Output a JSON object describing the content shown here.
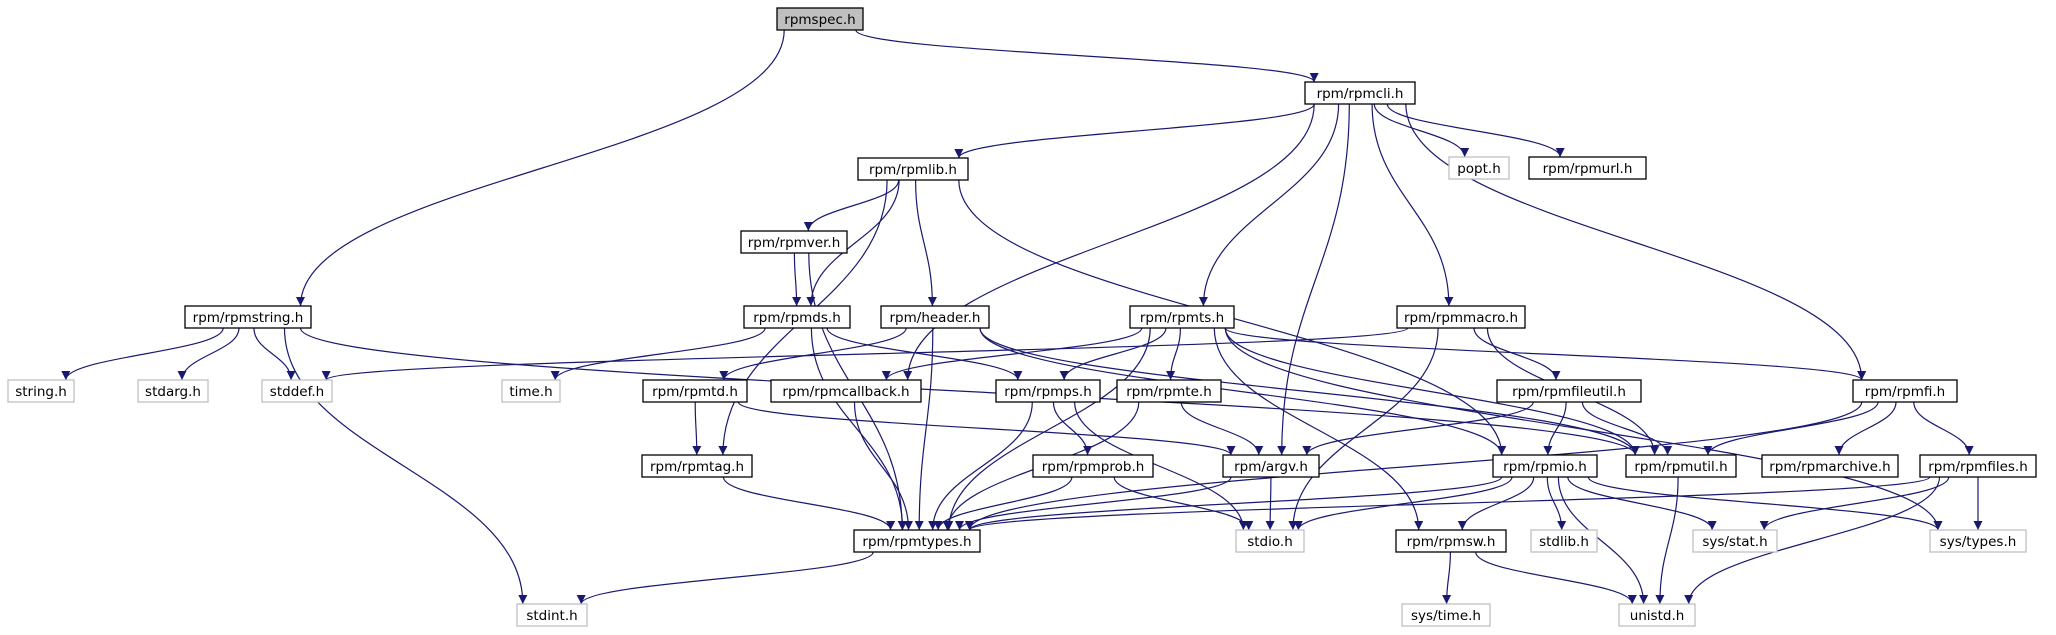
{
  "nodes": [
    {
      "id": "rpmspec_h",
      "label": "rpmspec.h",
      "kind": "root"
    },
    {
      "id": "rpmcli_h",
      "label": "rpm/rpmcli.h",
      "kind": "file"
    },
    {
      "id": "rpmstring_h",
      "label": "rpm/rpmstring.h",
      "kind": "file"
    },
    {
      "id": "rpmlib_h",
      "label": "rpm/rpmlib.h",
      "kind": "file"
    },
    {
      "id": "popt_h",
      "label": "popt.h",
      "kind": "system"
    },
    {
      "id": "rpmurl_h",
      "label": "rpm/rpmurl.h",
      "kind": "file"
    },
    {
      "id": "rpmver_h",
      "label": "rpm/rpmver.h",
      "kind": "file"
    },
    {
      "id": "rpmds_h",
      "label": "rpm/rpmds.h",
      "kind": "file"
    },
    {
      "id": "header_h",
      "label": "rpm/header.h",
      "kind": "file"
    },
    {
      "id": "rpmts_h",
      "label": "rpm/rpmts.h",
      "kind": "file"
    },
    {
      "id": "rpmmacro_h",
      "label": "rpm/rpmmacro.h",
      "kind": "file"
    },
    {
      "id": "string_h",
      "label": "string.h",
      "kind": "system"
    },
    {
      "id": "stdarg_h",
      "label": "stdarg.h",
      "kind": "system"
    },
    {
      "id": "stddef_h",
      "label": "stddef.h",
      "kind": "system"
    },
    {
      "id": "time_h",
      "label": "time.h",
      "kind": "system"
    },
    {
      "id": "rpmtd_h",
      "label": "rpm/rpmtd.h",
      "kind": "file"
    },
    {
      "id": "rpmcallback_h",
      "label": "rpm/rpmcallback.h",
      "kind": "file"
    },
    {
      "id": "rpmps_h",
      "label": "rpm/rpmps.h",
      "kind": "file"
    },
    {
      "id": "rpmte_h",
      "label": "rpm/rpmte.h",
      "kind": "file"
    },
    {
      "id": "rpmfileutil_h",
      "label": "rpm/rpmfileutil.h",
      "kind": "file"
    },
    {
      "id": "rpmfi_h",
      "label": "rpm/rpmfi.h",
      "kind": "file"
    },
    {
      "id": "rpmtag_h",
      "label": "rpm/rpmtag.h",
      "kind": "file"
    },
    {
      "id": "rpmprob_h",
      "label": "rpm/rpmprob.h",
      "kind": "file"
    },
    {
      "id": "argv_h",
      "label": "rpm/argv.h",
      "kind": "file"
    },
    {
      "id": "rpmio_h",
      "label": "rpm/rpmio.h",
      "kind": "file"
    },
    {
      "id": "rpmutil_h",
      "label": "rpm/rpmutil.h",
      "kind": "file"
    },
    {
      "id": "rpmarchive_h",
      "label": "rpm/rpmarchive.h",
      "kind": "file"
    },
    {
      "id": "rpmfiles_h",
      "label": "rpm/rpmfiles.h",
      "kind": "file"
    },
    {
      "id": "rpmtypes_h",
      "label": "rpm/rpmtypes.h",
      "kind": "file"
    },
    {
      "id": "stdio_h",
      "label": "stdio.h",
      "kind": "system"
    },
    {
      "id": "stdlib_h",
      "label": "stdlib.h",
      "kind": "system"
    },
    {
      "id": "sys_stat_h",
      "label": "sys/stat.h",
      "kind": "system"
    },
    {
      "id": "sys_types_h",
      "label": "sys/types.h",
      "kind": "system"
    },
    {
      "id": "rpmsw_h",
      "label": "rpm/rpmsw.h",
      "kind": "file"
    },
    {
      "id": "stdint_h",
      "label": "stdint.h",
      "kind": "system"
    },
    {
      "id": "unistd_h",
      "label": "unistd.h",
      "kind": "system"
    },
    {
      "id": "sys_time_h",
      "label": "sys/time.h",
      "kind": "system"
    }
  ],
  "edges": [
    {
      "from": "rpmspec_h",
      "to": "rpmcli_h"
    },
    {
      "from": "rpmspec_h",
      "to": "rpmstring_h"
    },
    {
      "from": "rpmcli_h",
      "to": "rpmlib_h"
    },
    {
      "from": "rpmcli_h",
      "to": "rpmcallback_h"
    },
    {
      "from": "rpmcli_h",
      "to": "rpmts_h"
    },
    {
      "from": "rpmcli_h",
      "to": "argv_h"
    },
    {
      "from": "rpmcli_h",
      "to": "popt_h"
    },
    {
      "from": "rpmcli_h",
      "to": "rpmurl_h"
    },
    {
      "from": "rpmcli_h",
      "to": "rpmmacro_h"
    },
    {
      "from": "rpmcli_h",
      "to": "rpmfi_h"
    },
    {
      "from": "rpmlib_h",
      "to": "rpmver_h"
    },
    {
      "from": "rpmlib_h",
      "to": "rpmds_h"
    },
    {
      "from": "rpmlib_h",
      "to": "header_h"
    },
    {
      "from": "rpmlib_h",
      "to": "rpmio_h"
    },
    {
      "from": "rpmlib_h",
      "to": "rpmtag_h"
    },
    {
      "from": "rpmver_h",
      "to": "rpmds_h"
    },
    {
      "from": "rpmver_h",
      "to": "rpmtypes_h"
    },
    {
      "from": "rpmstring_h",
      "to": "string_h"
    },
    {
      "from": "rpmstring_h",
      "to": "stdarg_h"
    },
    {
      "from": "rpmstring_h",
      "to": "stddef_h"
    },
    {
      "from": "rpmstring_h",
      "to": "stdint_h"
    },
    {
      "from": "rpmstring_h",
      "to": "rpmutil_h"
    },
    {
      "from": "rpmds_h",
      "to": "time_h"
    },
    {
      "from": "rpmds_h",
      "to": "rpmtypes_h"
    },
    {
      "from": "rpmds_h",
      "to": "rpmps_h"
    },
    {
      "from": "header_h",
      "to": "rpmtd_h"
    },
    {
      "from": "header_h",
      "to": "rpmtypes_h"
    },
    {
      "from": "header_h",
      "to": "rpmio_h"
    },
    {
      "from": "header_h",
      "to": "rpmutil_h"
    },
    {
      "from": "rpmts_h",
      "to": "rpmps_h"
    },
    {
      "from": "rpmts_h",
      "to": "rpmte_h"
    },
    {
      "from": "rpmts_h",
      "to": "rpmsw_h"
    },
    {
      "from": "rpmts_h",
      "to": "rpmtypes_h"
    },
    {
      "from": "rpmts_h",
      "to": "rpmcallback_h"
    },
    {
      "from": "rpmts_h",
      "to": "rpmfi_h"
    },
    {
      "from": "rpmts_h",
      "to": "rpmutil_h"
    },
    {
      "from": "rpmts_h",
      "to": "sys_types_h"
    },
    {
      "from": "rpmmacro_h",
      "to": "stddef_h"
    },
    {
      "from": "rpmmacro_h",
      "to": "rpmfileutil_h"
    },
    {
      "from": "rpmmacro_h",
      "to": "rpmutil_h"
    },
    {
      "from": "rpmmacro_h",
      "to": "stdio_h"
    },
    {
      "from": "rpmtd_h",
      "to": "rpmtag_h"
    },
    {
      "from": "rpmtd_h",
      "to": "argv_h"
    },
    {
      "from": "rpmtag_h",
      "to": "rpmtypes_h"
    },
    {
      "from": "rpmcallback_h",
      "to": "rpmtypes_h"
    },
    {
      "from": "rpmps_h",
      "to": "rpmprob_h"
    },
    {
      "from": "rpmps_h",
      "to": "rpmtypes_h"
    },
    {
      "from": "rpmps_h",
      "to": "stdio_h"
    },
    {
      "from": "rpmprob_h",
      "to": "rpmtypes_h"
    },
    {
      "from": "rpmprob_h",
      "to": "stdio_h"
    },
    {
      "from": "rpmte_h",
      "to": "rpmtypes_h"
    },
    {
      "from": "rpmte_h",
      "to": "argv_h"
    },
    {
      "from": "rpmfileutil_h",
      "to": "argv_h"
    },
    {
      "from": "rpmfileutil_h",
      "to": "rpmio_h"
    },
    {
      "from": "rpmfileutil_h",
      "to": "rpmutil_h"
    },
    {
      "from": "argv_h",
      "to": "stdio_h"
    },
    {
      "from": "argv_h",
      "to": "rpmtypes_h"
    },
    {
      "from": "rpmio_h",
      "to": "rpmtypes_h"
    },
    {
      "from": "rpmio_h",
      "to": "stdio_h"
    },
    {
      "from": "rpmio_h",
      "to": "rpmsw_h"
    },
    {
      "from": "rpmio_h",
      "to": "stdlib_h"
    },
    {
      "from": "rpmio_h",
      "to": "unistd_h"
    },
    {
      "from": "rpmio_h",
      "to": "sys_stat_h"
    },
    {
      "from": "rpmio_h",
      "to": "sys_types_h"
    },
    {
      "from": "rpmfi_h",
      "to": "rpmtypes_h"
    },
    {
      "from": "rpmfi_h",
      "to": "rpmutil_h"
    },
    {
      "from": "rpmfi_h",
      "to": "rpmarchive_h"
    },
    {
      "from": "rpmfi_h",
      "to": "rpmfiles_h"
    },
    {
      "from": "rpmfiles_h",
      "to": "rpmtypes_h"
    },
    {
      "from": "rpmfiles_h",
      "to": "sys_stat_h"
    },
    {
      "from": "rpmfiles_h",
      "to": "sys_types_h"
    },
    {
      "from": "rpmfiles_h",
      "to": "unistd_h"
    },
    {
      "from": "rpmutil_h",
      "to": "unistd_h"
    },
    {
      "from": "rpmtypes_h",
      "to": "stdint_h"
    },
    {
      "from": "rpmsw_h",
      "to": "sys_time_h"
    },
    {
      "from": "rpmsw_h",
      "to": "unistd_h"
    }
  ]
}
